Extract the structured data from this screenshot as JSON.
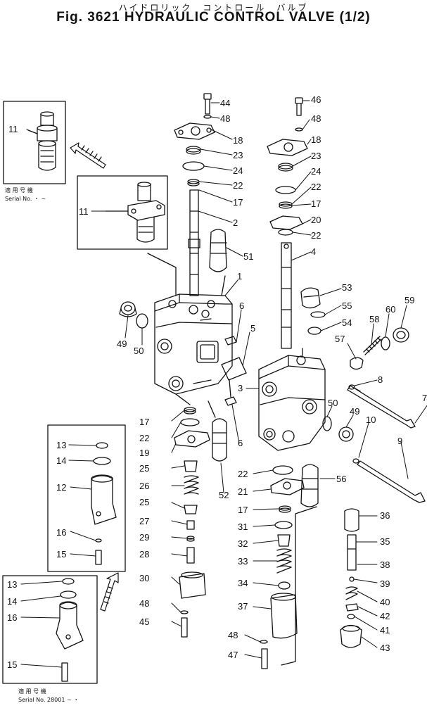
{
  "header": {
    "title_jp": "ハイドロリック　コントロール　バルブ",
    "title_en": "Fig. 3621  HYDRAULIC  CONTROL  VALVE (1/2)"
  },
  "insets": {
    "top_left": {
      "line1": "適 用 号 機",
      "line2": "Serial No.   ・  ~"
    },
    "bottom_left": {
      "line1": "適 用 号 機",
      "line2": "Serial No. 28001 ~  ・"
    }
  },
  "parts": [
    {
      "id": "p44a",
      "text": "44"
    },
    {
      "id": "p48a",
      "text": "48"
    },
    {
      "id": "p18a",
      "text": "18"
    },
    {
      "id": "p23a",
      "text": "23"
    },
    {
      "id": "p24a",
      "text": "24"
    },
    {
      "id": "p22a",
      "text": "22"
    },
    {
      "id": "p17a",
      "text": "17"
    },
    {
      "id": "p2",
      "text": "2"
    },
    {
      "id": "p51",
      "text": "51"
    },
    {
      "id": "p1",
      "text": "1"
    },
    {
      "id": "p6a",
      "text": "6"
    },
    {
      "id": "p5",
      "text": "5"
    },
    {
      "id": "p49a",
      "text": "49"
    },
    {
      "id": "p50a",
      "text": "50"
    },
    {
      "id": "p46",
      "text": "46"
    },
    {
      "id": "p48b",
      "text": "48"
    },
    {
      "id": "p18b",
      "text": "18"
    },
    {
      "id": "p23b",
      "text": "23"
    },
    {
      "id": "p24b",
      "text": "24"
    },
    {
      "id": "p22b",
      "text": "22"
    },
    {
      "id": "p17b",
      "text": "17"
    },
    {
      "id": "p20",
      "text": "20"
    },
    {
      "id": "p22c",
      "text": "22"
    },
    {
      "id": "p4",
      "text": "4"
    },
    {
      "id": "p53",
      "text": "53"
    },
    {
      "id": "p55",
      "text": "55"
    },
    {
      "id": "p54",
      "text": "54"
    },
    {
      "id": "p58",
      "text": "58"
    },
    {
      "id": "p60",
      "text": "60"
    },
    {
      "id": "p59",
      "text": "59"
    },
    {
      "id": "p57",
      "text": "57"
    },
    {
      "id": "p8",
      "text": "8"
    },
    {
      "id": "p7",
      "text": "7"
    },
    {
      "id": "p3",
      "text": "3"
    },
    {
      "id": "p50b",
      "text": "50"
    },
    {
      "id": "p49b",
      "text": "49"
    },
    {
      "id": "p10",
      "text": "10"
    },
    {
      "id": "p9",
      "text": "9"
    },
    {
      "id": "p11a",
      "text": "11"
    },
    {
      "id": "p11b",
      "text": "11"
    },
    {
      "id": "p13a",
      "text": "13"
    },
    {
      "id": "p14a",
      "text": "14"
    },
    {
      "id": "p12",
      "text": "12"
    },
    {
      "id": "p16a",
      "text": "16"
    },
    {
      "id": "p15a",
      "text": "15"
    },
    {
      "id": "p17c",
      "text": "17"
    },
    {
      "id": "p22d",
      "text": "22"
    },
    {
      "id": "p19",
      "text": "19"
    },
    {
      "id": "p25a",
      "text": "25"
    },
    {
      "id": "p26",
      "text": "26"
    },
    {
      "id": "p25b",
      "text": "25"
    },
    {
      "id": "p27",
      "text": "27"
    },
    {
      "id": "p29",
      "text": "29"
    },
    {
      "id": "p28",
      "text": "28"
    },
    {
      "id": "p30",
      "text": "30"
    },
    {
      "id": "p48c",
      "text": "48"
    },
    {
      "id": "p45",
      "text": "45"
    },
    {
      "id": "p52",
      "text": "52"
    },
    {
      "id": "p6b",
      "text": "6"
    },
    {
      "id": "p22e",
      "text": "22"
    },
    {
      "id": "p21",
      "text": "21"
    },
    {
      "id": "p56",
      "text": "56"
    },
    {
      "id": "p17d",
      "text": "17"
    },
    {
      "id": "p31",
      "text": "31"
    },
    {
      "id": "p32",
      "text": "32"
    },
    {
      "id": "p33",
      "text": "33"
    },
    {
      "id": "p34",
      "text": "34"
    },
    {
      "id": "p37",
      "text": "37"
    },
    {
      "id": "p48d",
      "text": "48"
    },
    {
      "id": "p47",
      "text": "47"
    },
    {
      "id": "p36",
      "text": "36"
    },
    {
      "id": "p35",
      "text": "35"
    },
    {
      "id": "p38",
      "text": "38"
    },
    {
      "id": "p39",
      "text": "39"
    },
    {
      "id": "p40",
      "text": "40"
    },
    {
      "id": "p42",
      "text": "42"
    },
    {
      "id": "p41",
      "text": "41"
    },
    {
      "id": "p43",
      "text": "43"
    },
    {
      "id": "p13b",
      "text": "13"
    },
    {
      "id": "p14b",
      "text": "14"
    },
    {
      "id": "p16b",
      "text": "16"
    },
    {
      "id": "p15b",
      "text": "15"
    }
  ]
}
